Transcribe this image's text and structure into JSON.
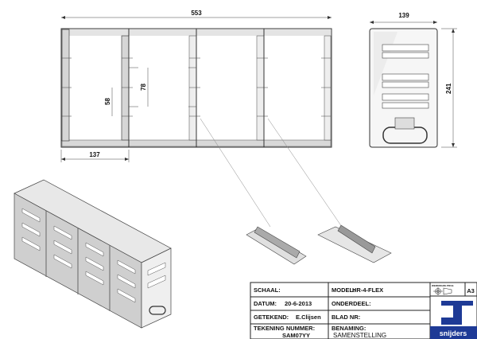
{
  "dimensions": {
    "overall_width": "553",
    "compartment_width": "137",
    "inner_spacing_small": "58",
    "inner_spacing_large": "78",
    "side_depth": "139",
    "side_height": "241"
  },
  "title_block": {
    "schaal_label": "SCHAAL:",
    "datum_label": "DATUM:",
    "datum_value": "20-6-2013",
    "getekend_label": "GETEKEND:",
    "getekend_value": "E.Clijsen",
    "tekening_label": "TEKENING NUMMER:",
    "tekening_value": "SAM07YY",
    "model_label": "MODEL:",
    "model_value": "HR-4-FLEX",
    "onderdeel_label": "ONDERDEEL:",
    "blad_label": "BLAD NR:",
    "benaming_label": "BENAMING:",
    "benaming_value": "SAMENSTELLING",
    "projection_label": "WERKWIJZE PROJ.",
    "format": "A3",
    "logo_text": "snijders"
  },
  "colors": {
    "logo_blue": "#1e3a96"
  }
}
